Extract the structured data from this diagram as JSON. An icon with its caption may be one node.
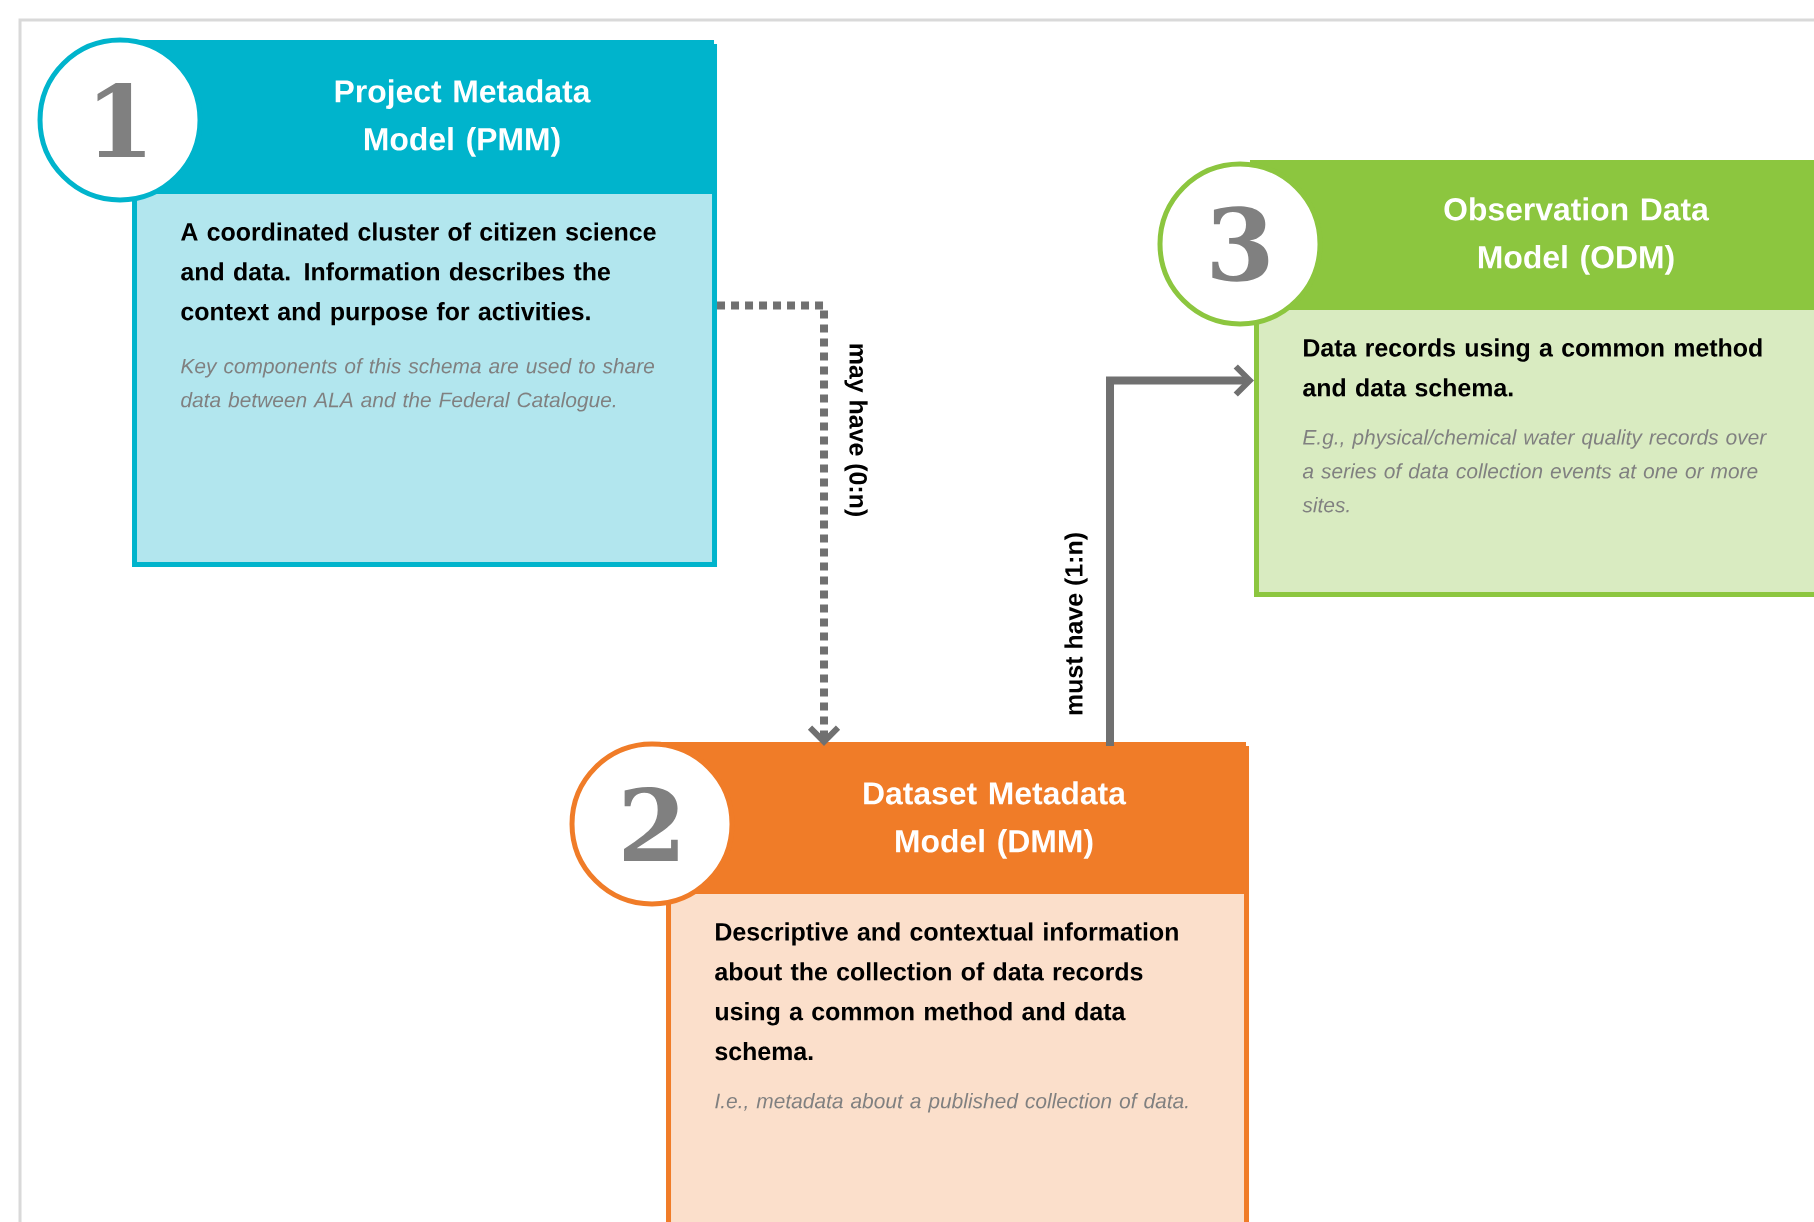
{
  "diagram": {
    "nodes": [
      {
        "text": [
          "1"
        ]
      },
      {
        "text": [
          "Project Metadata Model (PMM)",
          "A coordinated cluster of citizen science and data. Information describes the context and purpose for activities.",
          "Key components of this schema are used to share data between ALA and the Federal Catalogue."
        ]
      },
      {
        "text": [
          "3"
        ]
      },
      {
        "text": [
          "Observation Data Model (ODM)",
          "Data records using a common method and data schema.",
          "E.g., physical/chemical water quality records over a series of data collection events at one or more sites."
        ]
      },
      {
        "text": [
          "2"
        ]
      },
      {
        "text": [
          "Dataset Metadata Model (DMM)",
          "Descriptive and contextual information about the collection of data records using a common method and data schema.",
          "I.e., metadata about a published collection of data."
        ]
      }
    ],
    "edges": [
      {
        "from": 1,
        "to": 5,
        "arrow": "to",
        "label": "may have (0:n)",
        "style": "dashed"
      },
      {
        "from": 5,
        "to": 3,
        "arrow": "to",
        "label": "must have (1:n)"
      }
    ]
  }
}
